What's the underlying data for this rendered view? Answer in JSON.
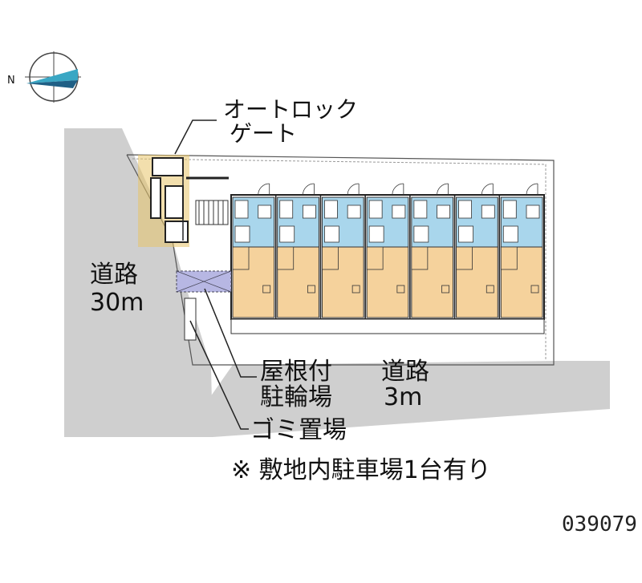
{
  "compass": {
    "north_letter": "N",
    "icon": "compass-icon"
  },
  "labels": {
    "road_west": [
      "道路",
      "30m"
    ],
    "road_south": [
      "道路",
      "3m"
    ],
    "autolock_gate": [
      "オートロック",
      "ゲート"
    ],
    "bicycle_parking": [
      "屋根付",
      "駐輪場"
    ],
    "garbage": "ゴミ置場",
    "note": "※ 敷地内駐車場1台有り",
    "code": "039079"
  },
  "colors": {
    "road": "#cfcfcf",
    "unit_main": "#f5d29c",
    "unit_wet": "#a9d6ec",
    "bike_area": "#b7b7e3",
    "gate_hatch": "#e8c46a"
  },
  "units": 7
}
